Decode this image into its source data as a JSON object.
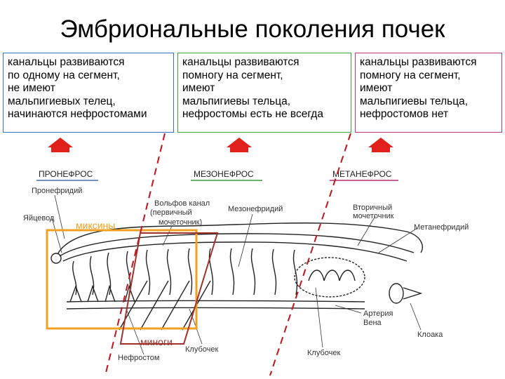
{
  "title": "Эмбриональные поколения почек",
  "boxes": [
    {
      "text": "канальцы развиваются\nпо одному на сегмент,\nне имеют\nмальпигиевых телец,\nначинаются нефростомами"
    },
    {
      "text": "канальцы развиваются\nпомногу на сегмент,\nимеют\nмальпигиевы тельца,\nнефростомы есть не всегда"
    },
    {
      "text": "канальцы развиваются\nпомногу на сегмент,\nимеют\nмальпигиевы тельца,\nнефростомов нет"
    }
  ],
  "headers": {
    "pro": "ПРОНЕФРОС",
    "meso": "МЕЗОНЕФРОС",
    "meta": "МЕТАНЕФРОС"
  },
  "labels": {
    "pronephridium": "Пронефридий",
    "oviduct": "Яйцевод",
    "wolff1": "Вольфов канал",
    "wolff2": "(первичный",
    "wolff3": "мочеточник)",
    "mesonephridium": "Мезонефридий",
    "secondary1": "Вторичный",
    "secondary2": "мочеточник",
    "metanephridium": "Метанефридий",
    "artery": "Артерия",
    "vein": "Вена",
    "cloaca": "Клоака",
    "glomerulus1": "Клубочек",
    "glomerulus2": "Клубочек",
    "nephrostome": "Нефростом"
  },
  "notes": {
    "hagfish": "миксины",
    "lampreys": "миноги"
  },
  "colors": {
    "box1": "#3a6fc9",
    "box2": "#3aa43a",
    "box3": "#c8337a",
    "arrow": "#e0201b",
    "hagfish": "#f0a020",
    "lampreys": "#a0302a",
    "divider": "#c0141a"
  }
}
